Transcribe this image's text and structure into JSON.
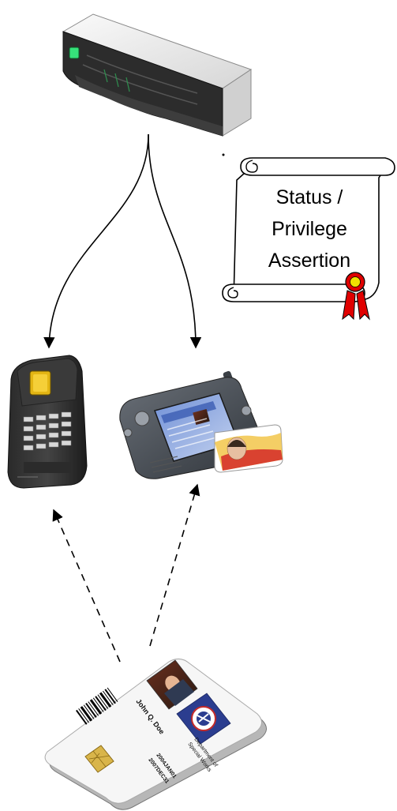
{
  "scroll": {
    "lines": [
      "Status /",
      "Privilege",
      "Assertion"
    ]
  },
  "id_card": {
    "name": "John Q. Doe",
    "department": [
      "Department of",
      "Special Works"
    ],
    "dates": [
      "2004JAN01",
      "2007DEC31"
    ]
  },
  "colors": {
    "arrow": "#000000",
    "ribbon": "#e00000",
    "seal": "#f2e000",
    "led": "#36e27a"
  }
}
